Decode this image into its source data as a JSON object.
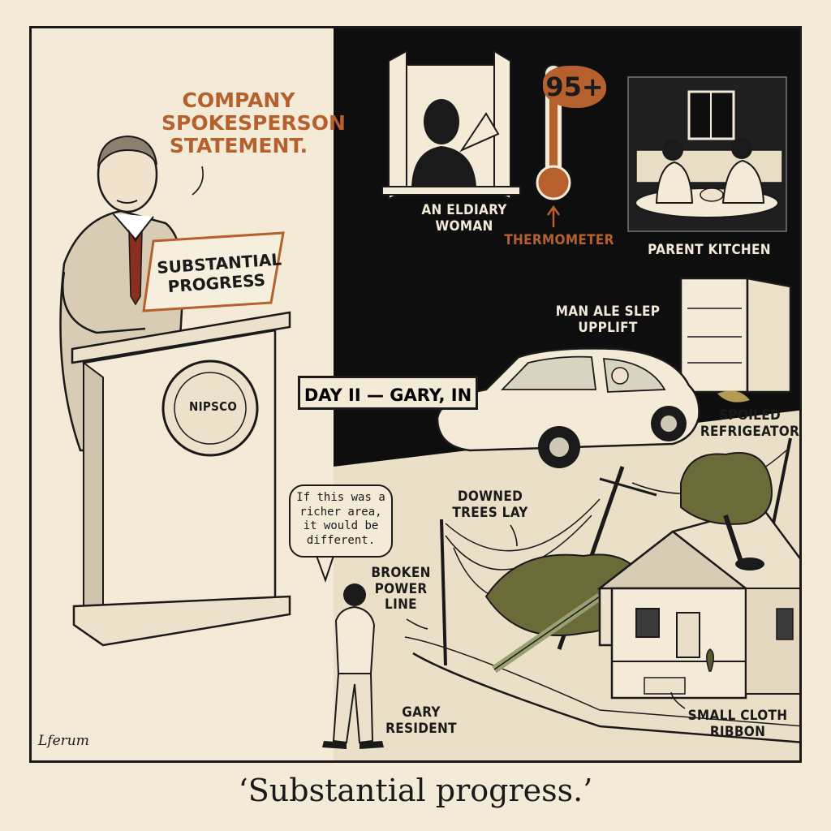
{
  "speech": {
    "statement": "COMPANY SPOKESPERSON STATEMENT.",
    "resident_quote": "If this was a richer area, it would be different."
  },
  "sign_text": "SUBSTANTIAL PROGRESS",
  "seal": {
    "name": "NIPSCO"
  },
  "date_box": "DAY II — GARY, IN",
  "labels": {
    "elderly_woman": "AN ELDIARY WOMAN",
    "thermometer": "THERMOMETER",
    "temperature": "95+",
    "kitchen": "PARENT KITCHEN",
    "car_man": "MAN ALE SLEP UPPLIFT",
    "refrigerator": "SPOILED REFRIGEATOR",
    "downed_trees": "DOWNED TREES LAY",
    "power_line": "BROKEN POWER LINE",
    "resident": "GARY RESIDENT",
    "ribbon": "SMALL CLOTH RIBBON"
  },
  "signature": "Lferum",
  "caption": "‘Substantial progress.’",
  "colors": {
    "paper": "#f3ead8",
    "ink": "#1a1a1a",
    "accent": "#b5602d",
    "tree": "#6b6b3a"
  }
}
